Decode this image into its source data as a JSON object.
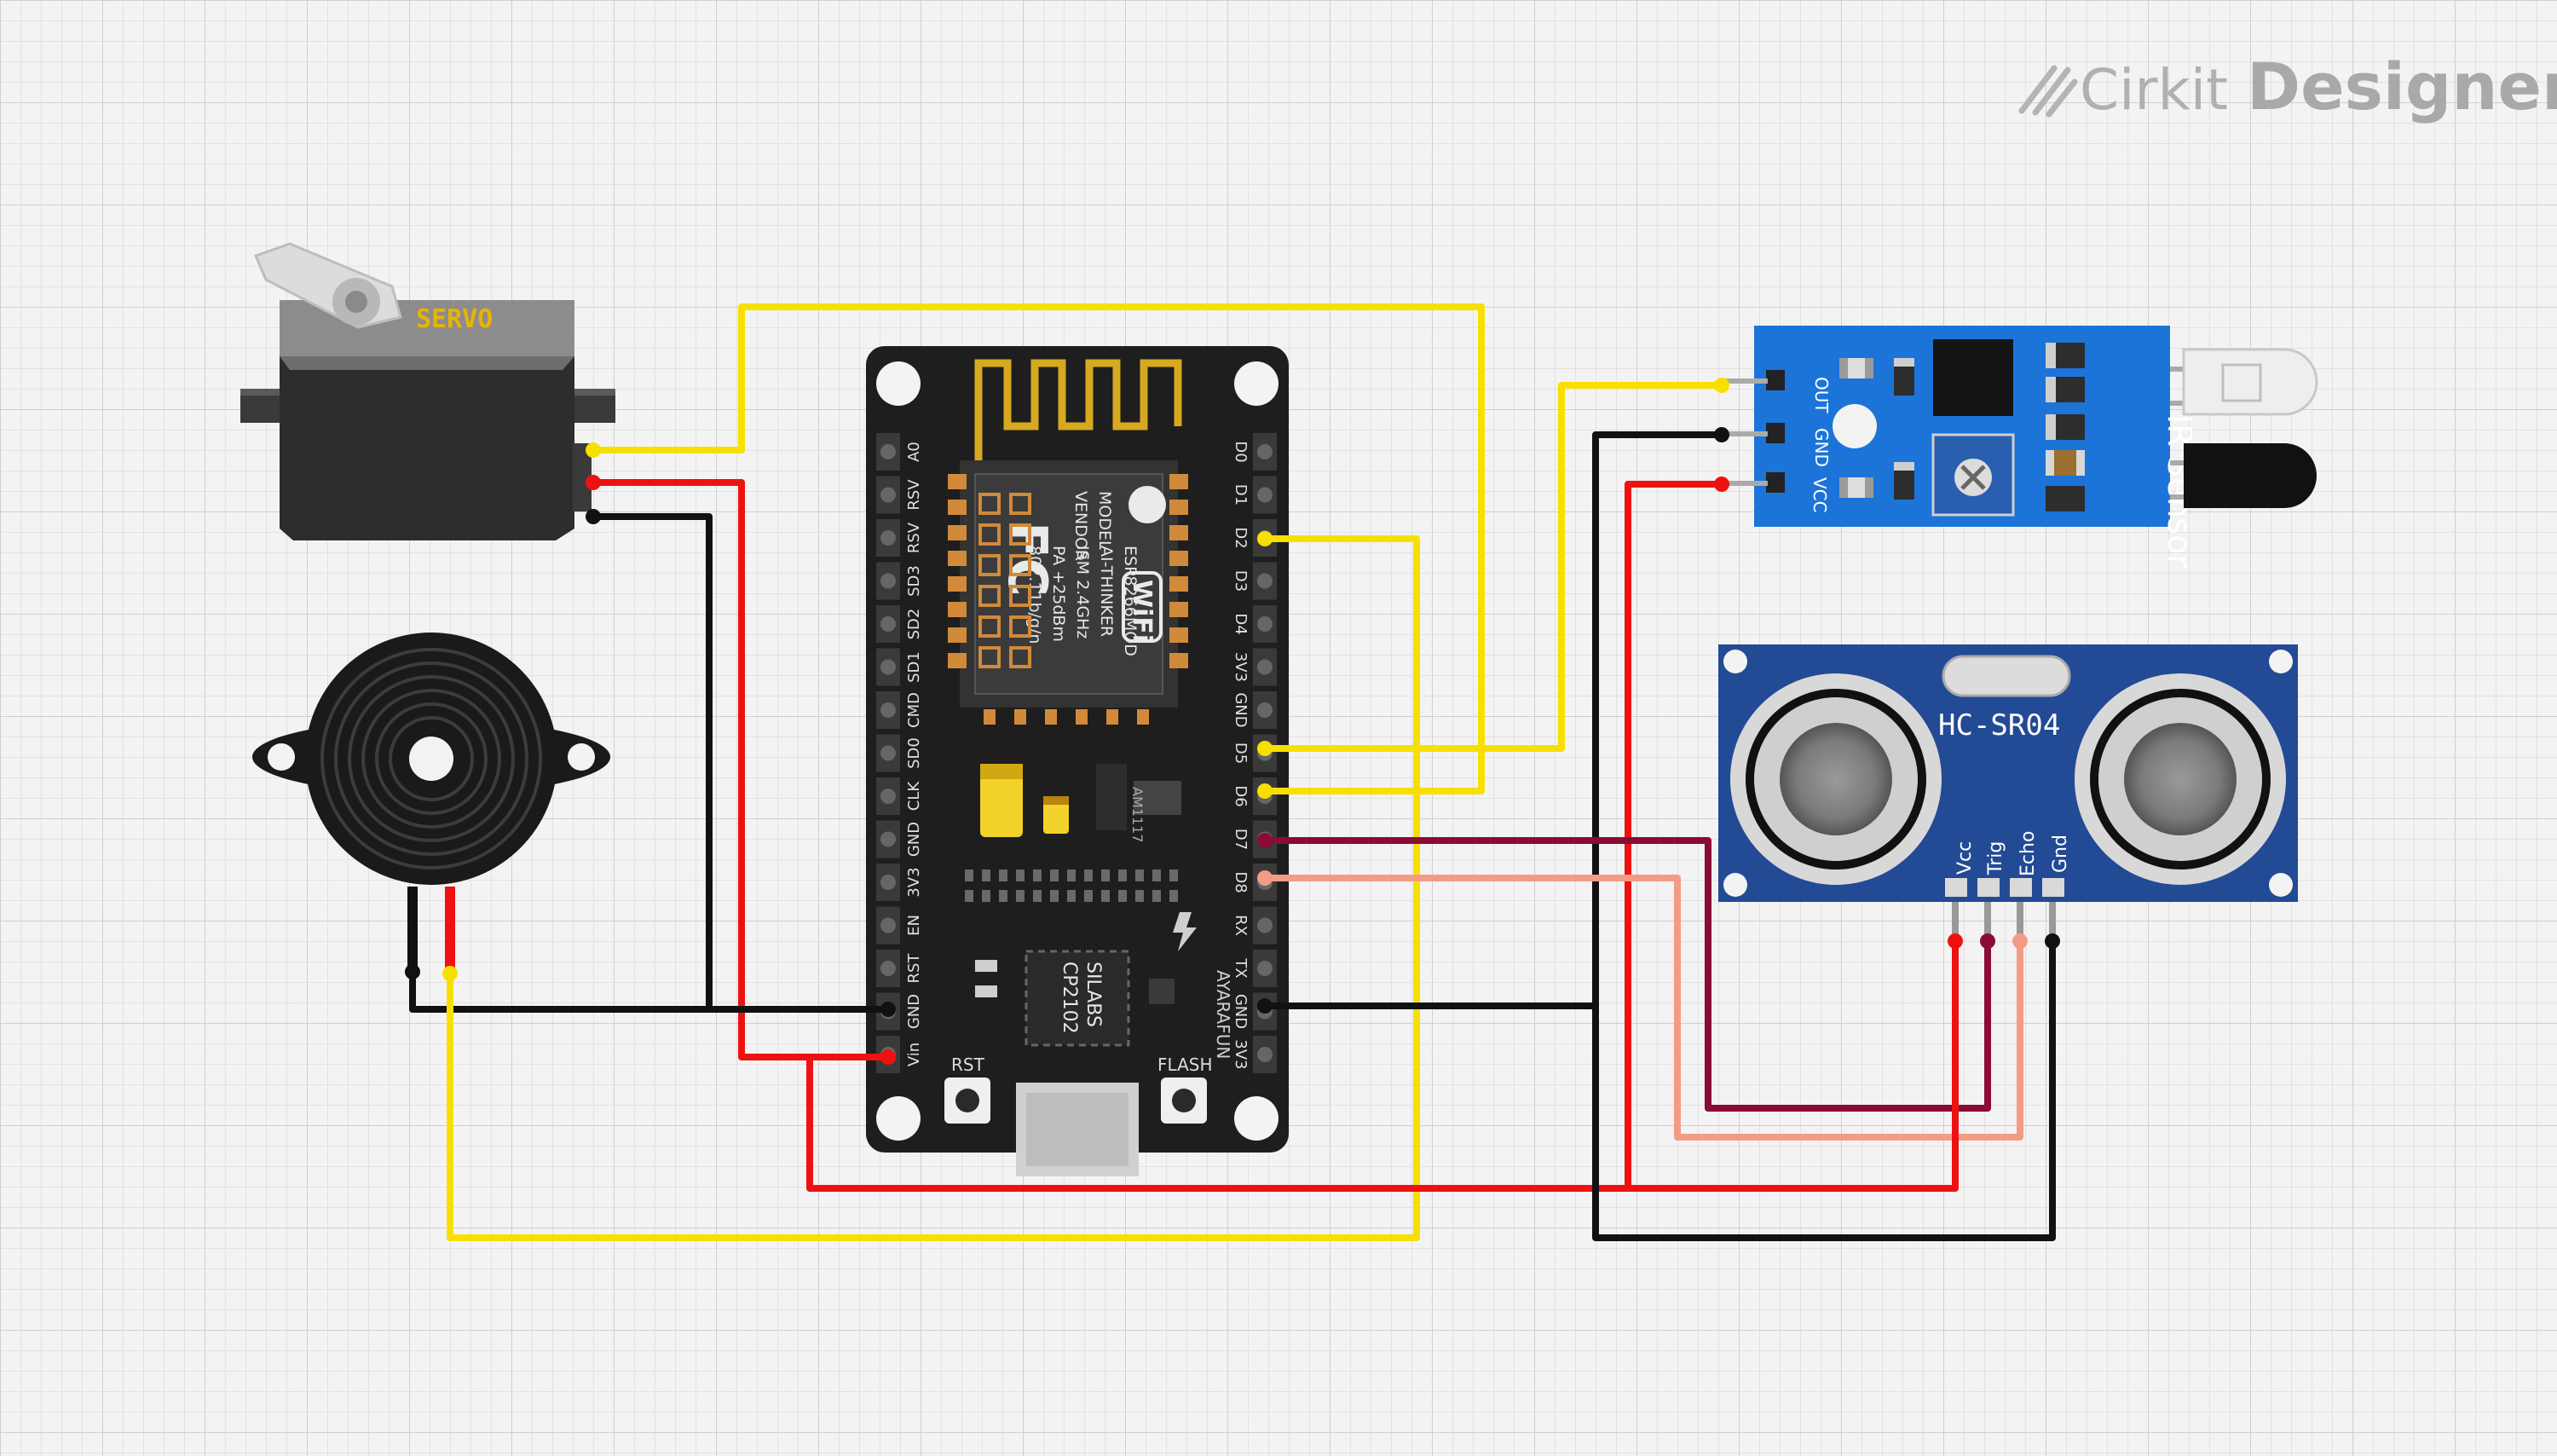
{
  "brand": {
    "name_part1": "Cirkit",
    "name_part2": "Designer"
  },
  "servo": {
    "label": "SERVO"
  },
  "nodemcu": {
    "left_pins": [
      "A0",
      "RSV",
      "RSV",
      "SD3",
      "SD2",
      "SD1",
      "CMD",
      "SD0",
      "CLK",
      "GND",
      "3V3",
      "EN",
      "RST",
      "GND",
      "Vin"
    ],
    "right_pins": [
      "D0",
      "D1",
      "D2",
      "D3",
      "D4",
      "3V3",
      "GND",
      "D5",
      "D6",
      "D7",
      "D8",
      "RX",
      "TX",
      "GND",
      "3V3"
    ],
    "module_lines": [
      "MODEL",
      "VENDOR",
      "ESP8266MOD",
      "AI-THINKER",
      "ISM 2.4GHz",
      "PA +25dBm",
      "802.11b/g/n"
    ],
    "fcc_label": "FC",
    "wifi_label": "WiFi",
    "chip_lines": [
      "SILABS",
      "CP2102"
    ],
    "regulator_label": "AM1117",
    "vendor_label": "AYARAFUN",
    "rst_label": "RST",
    "flash_label": "FLASH"
  },
  "ir_sensor": {
    "title": "IR Sensor",
    "pins": [
      "OUT",
      "GND",
      "VCC"
    ]
  },
  "ultrasonic": {
    "title": "HC-SR04",
    "pins": [
      "Vcc",
      "Trig",
      "Echo",
      "Gnd"
    ]
  },
  "colors": {
    "yellow": "#f7e000",
    "red": "#ee1111",
    "black": "#111111",
    "maroon": "#8a0c34",
    "salmon": "#f49b86",
    "board": "#1e1e1e",
    "ir_board": "#1c74d8",
    "sonar_board": "#234a94",
    "servo_body": "#2d2d2d"
  },
  "wires": [
    {
      "from": "servo.signal",
      "to": "nodemcu.D6",
      "color": "yellow"
    },
    {
      "from": "servo.vcc",
      "to": "nodemcu.Vin",
      "color": "red"
    },
    {
      "from": "servo.gnd",
      "to": "nodemcu.GND",
      "color": "black"
    },
    {
      "from": "buzzer.gnd",
      "to": "nodemcu.GND",
      "color": "black"
    },
    {
      "from": "buzzer.signal",
      "to": "nodemcu.D2",
      "color": "yellow"
    },
    {
      "from": "ir_sensor.OUT",
      "to": "nodemcu.D5",
      "color": "yellow"
    },
    {
      "from": "ir_sensor.GND",
      "to": "nodemcu.GND",
      "color": "black"
    },
    {
      "from": "ir_sensor.VCC",
      "to": "nodemcu.Vin",
      "color": "red"
    },
    {
      "from": "ultrasonic.Trig",
      "to": "nodemcu.D7",
      "color": "maroon"
    },
    {
      "from": "ultrasonic.Echo",
      "to": "nodemcu.D8",
      "color": "salmon"
    },
    {
      "from": "ultrasonic.Vcc",
      "to": "nodemcu.Vin",
      "color": "red"
    },
    {
      "from": "ultrasonic.Gnd",
      "to": "nodemcu.GND",
      "color": "black"
    }
  ]
}
